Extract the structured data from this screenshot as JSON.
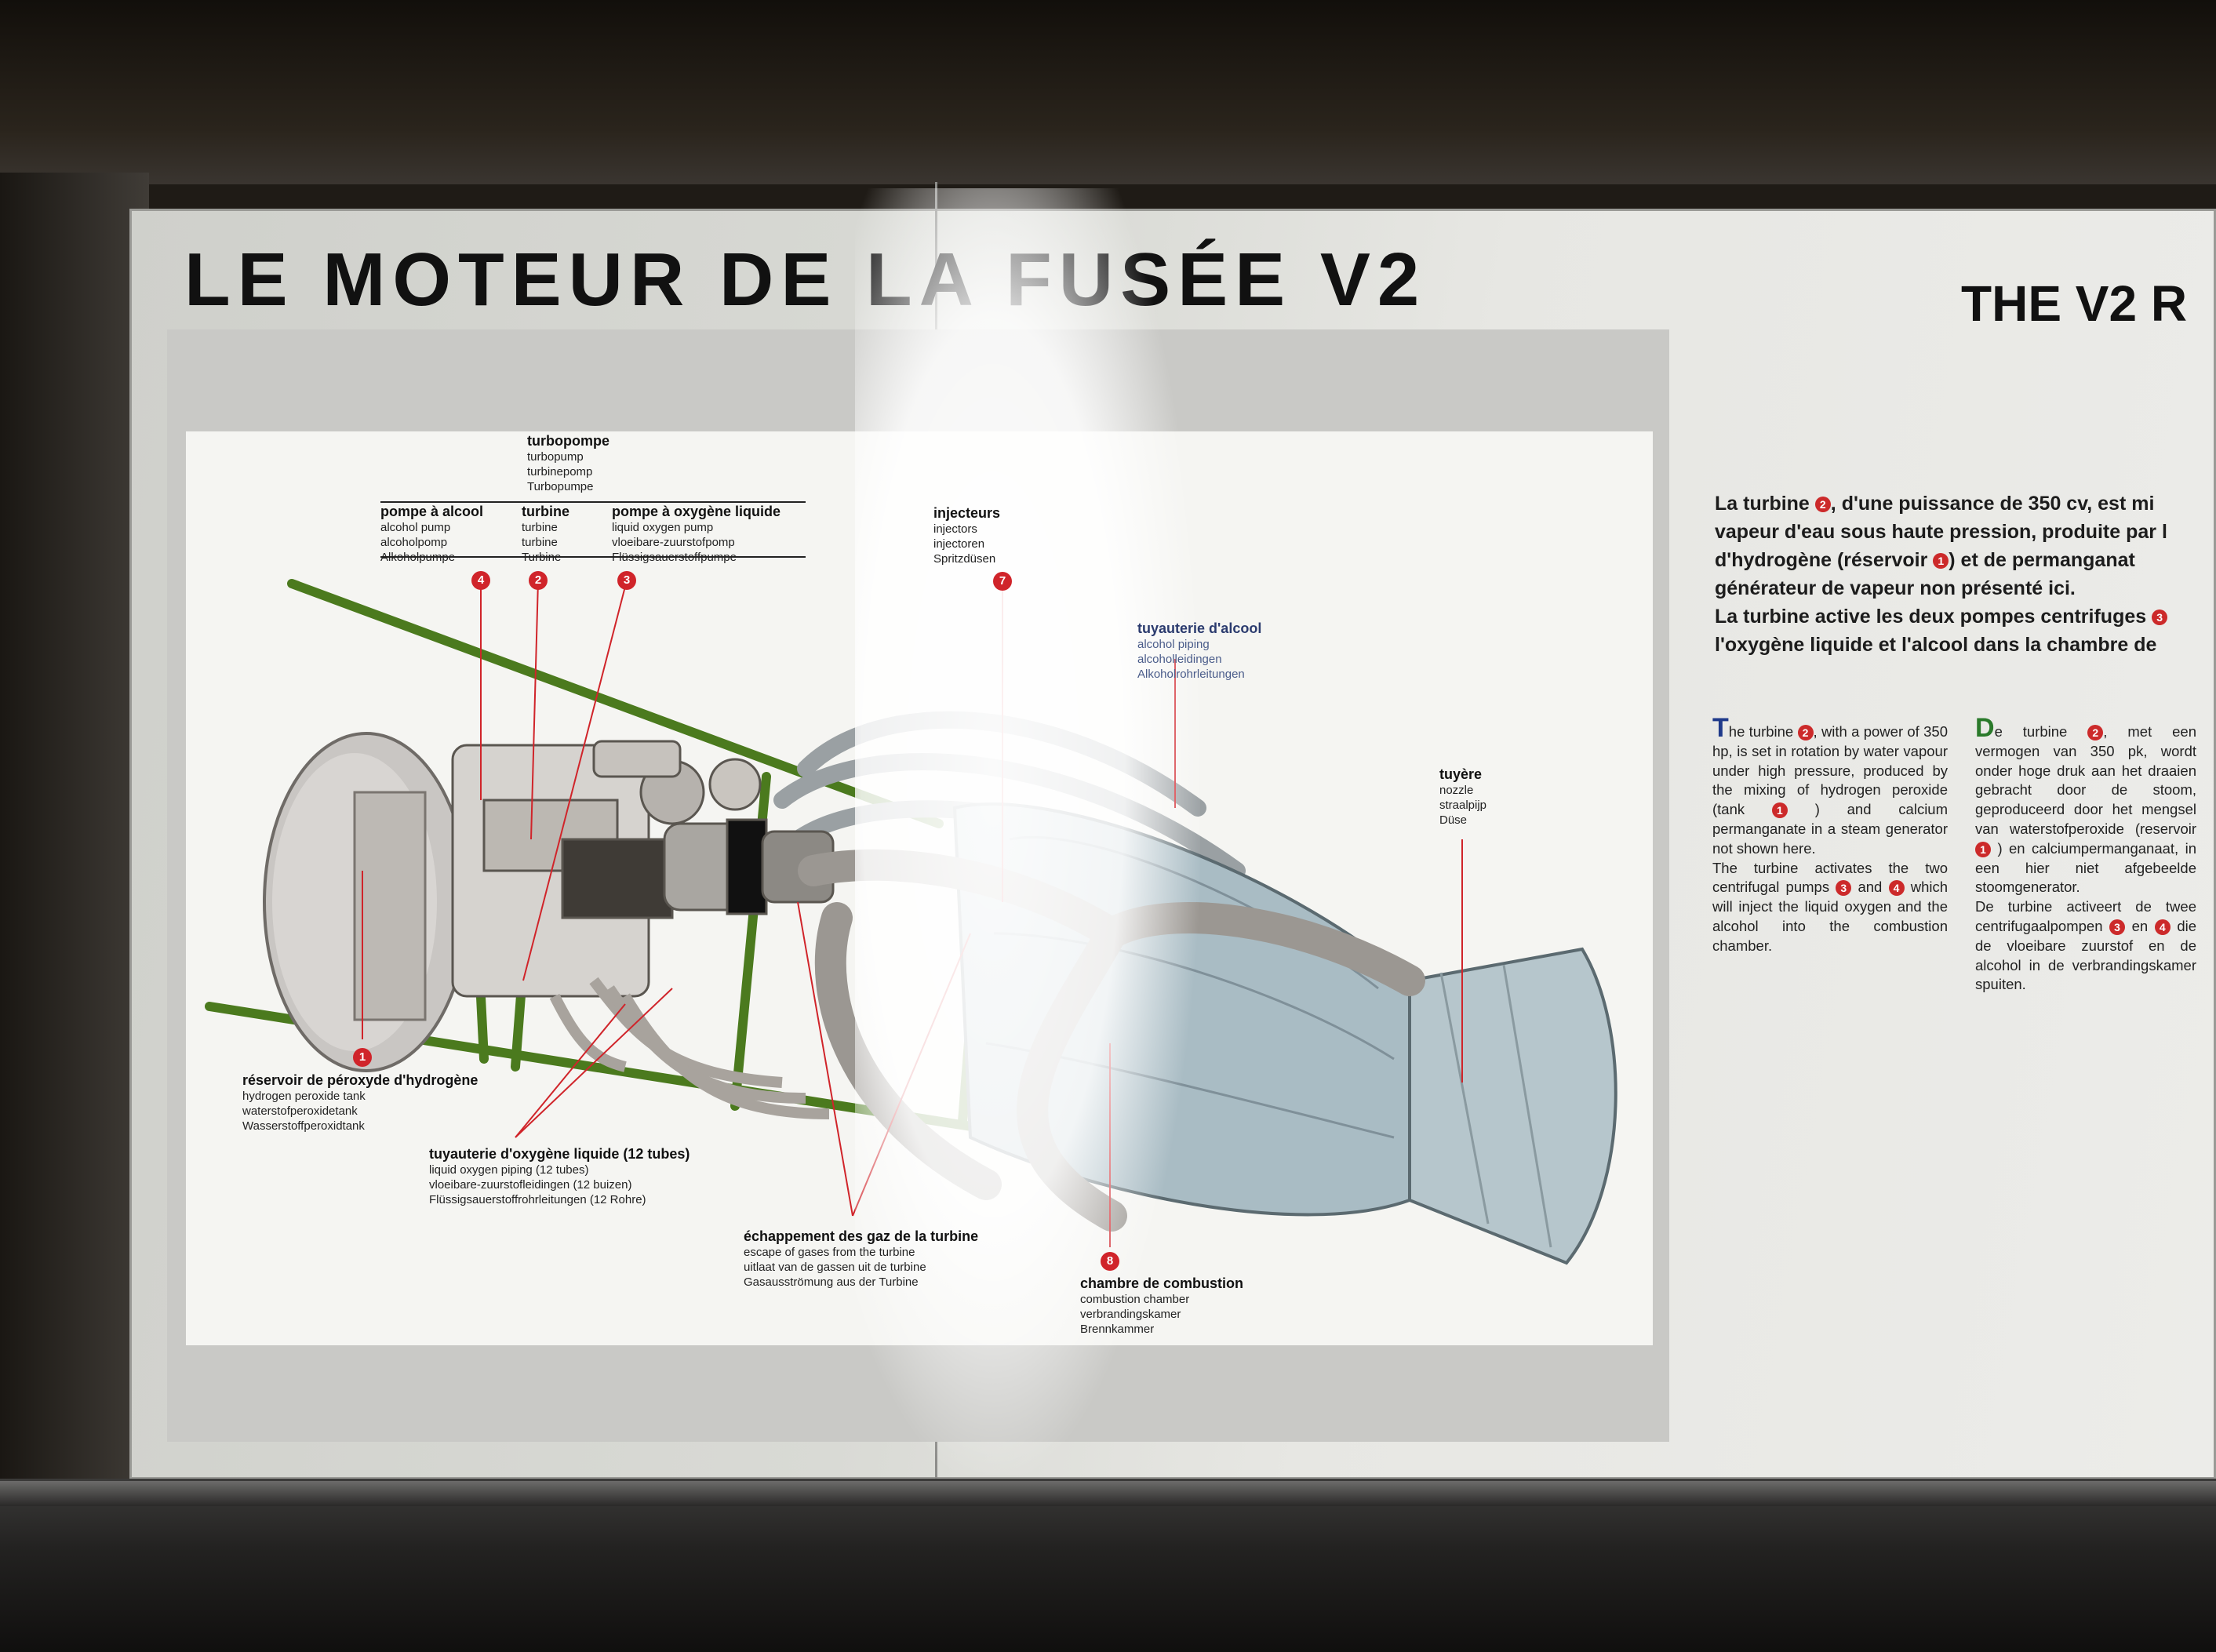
{
  "title_fr": "LE MOTEUR DE LA FUSÉE V2",
  "title_en": "THE V2 R",
  "labels": {
    "turbopompe": {
      "head": "turbopompe",
      "lines": [
        "turbopump",
        "turbinepomp",
        "Turbopumpe"
      ]
    },
    "pompe_alcool": {
      "head": "pompe à alcool",
      "lines": [
        "alcohol pump",
        "alcoholpomp",
        "Alkoholpumpe"
      ]
    },
    "turbine": {
      "head": "turbine",
      "lines": [
        "turbine",
        "turbine",
        "Turbine"
      ]
    },
    "pompe_oxygene": {
      "head": "pompe à oxygène liquide",
      "lines": [
        "liquid oxygen pump",
        "vloeibare-zuurstofpomp",
        "Flüssigsauerstoffpumpe"
      ]
    },
    "injecteurs": {
      "head": "injecteurs",
      "lines": [
        "injectors",
        "injectoren",
        "Spritzdüsen"
      ]
    },
    "tuyauterie_alcool": {
      "head": "tuyauterie d'alcool",
      "lines": [
        "alcohol piping",
        "alcoholleidingen",
        "Alkoholrohrleitungen"
      ]
    },
    "tuyere": {
      "head": "tuyère",
      "lines": [
        "nozzle",
        "straalpijp",
        "Düse"
      ]
    },
    "reservoir": {
      "head": "réservoir de péroxyde d'hydrogène",
      "lines": [
        "hydrogen peroxide tank",
        "waterstofperoxidetank",
        "Wasserstoffperoxidtank"
      ]
    },
    "tuyauterie_oxygene": {
      "head": "tuyauterie d'oxygène liquide (12 tubes)",
      "lines": [
        "liquid oxygen piping (12 tubes)",
        "vloeibare-zuurstofleidingen (12 buizen)",
        "Flüssigsauerstoffrohrleitungen (12 Rohre)"
      ]
    },
    "echappement": {
      "head": "échappement des gaz de la turbine",
      "lines": [
        "escape of gases from the turbine",
        "uitlaat van de gassen uit de turbine",
        "Gasausströmung aus der Turbine"
      ]
    },
    "chambre": {
      "head": "chambre de combustion",
      "lines": [
        "combustion chamber",
        "verbrandingskamer",
        "Brennkammer"
      ]
    }
  },
  "badges": {
    "b1": "1",
    "b2": "2",
    "b3": "3",
    "b4": "4",
    "b7": "7",
    "b8": "8"
  },
  "text_fr": {
    "l1a": "La turbine",
    "l1b": ", d'une puissance de 350 cv, est mi",
    "l2": "vapeur d'eau sous haute pression, produite par l",
    "l3a": "d'hydrogène (réservoir",
    "l3b": ") et de permanganat",
    "l4": "générateur de vapeur non présenté ici.",
    "l5": "La turbine active les deux pompes centrifuges",
    "l6": "l'oxygène liquide et l'alcool dans la chambre de"
  },
  "text_en": {
    "cap": "T",
    "p1a": "he turbine",
    "p1b": ", with a power of 350 hp, is set in rotation by water vapour under high pressure, produced by the mixing of hydrogen peroxide (tank",
    "p1c": ") and calcium permanganate in a steam generator not shown here.",
    "p2a": "The turbine activates the two centrifugal pumps",
    "p2b": "and",
    "p2c": "which will inject the liquid oxygen and the alcohol into the combustion chamber."
  },
  "text_nl": {
    "cap": "D",
    "p1a": "e turbine",
    "p1b": ", met een vermogen van 350 pk, wordt onder hoge druk aan het draaien gebracht door de stoom, geproduceerd door het mengsel van waterstofperoxide (reservoir",
    "p1c": ") en calciumpermanganaat, in een hier niet afgebeelde stoomgenerator.",
    "p2a": "De turbine activeert de twee centrifugaalpompen",
    "p2b": "en",
    "p2c": "die de vloeibare zuurstof en de alcohol in de verbrandingskamer spuiten."
  },
  "colors": {
    "badge": "#d0242a",
    "frame_green": "#4b7a1e",
    "engine_blue": "#a9bcc4",
    "drop_cap_en": "#1f3a8a",
    "drop_cap_nl": "#2a7a2a"
  }
}
